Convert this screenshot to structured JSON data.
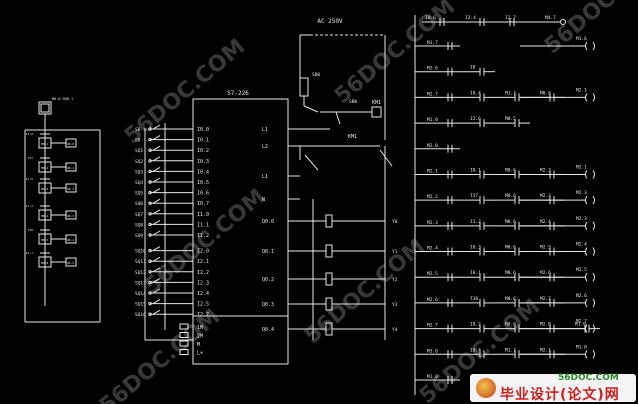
{
  "ac_supply": "AC 250V",
  "plc_model": "S7-226",
  "watermark": "56DOC.COM",
  "plc": {
    "inputs": [
      "I0.0",
      "I0.1",
      "I0.2",
      "I0.3",
      "I0.4",
      "I0.5",
      "I0.6",
      "I0.7",
      "I1.0",
      "I1.1",
      "I1.2",
      "I2.0",
      "I2.1",
      "I2.2",
      "I2.3",
      "I2.4",
      "I2.5",
      "I2.7"
    ],
    "input_devices": [
      "SB",
      "SB",
      "SQ1",
      "SQ2",
      "SQ3",
      "SQ4",
      "SQ5",
      "SQ6",
      "SQ7",
      "SQ8",
      "SQ9",
      "SQ10",
      "SQ11",
      "SQ12",
      "SQ13",
      "SQ14",
      "SQ15",
      "SQ16"
    ],
    "power_left": [
      "1M",
      "2M",
      "M",
      "L+"
    ],
    "power_right": [
      "L1",
      "L2",
      "L1",
      "N"
    ],
    "outputs": [
      "Q0.0",
      "Q0.1",
      "Q0.2",
      "Q0.3",
      "Q0.4"
    ],
    "output_loads": [
      "Y0",
      "Y1",
      "Y2",
      "Y3",
      "Y4"
    ]
  },
  "relay": {
    "coil": "KM1",
    "switch": "SB0",
    "contact": "KM1"
  },
  "sfc": {
    "title": "M0.0 SM0.1",
    "steps": [
      "M0.0",
      "M0.1",
      "M0.2",
      "M0.3",
      "M0.4",
      "M0.5",
      "M0.6"
    ],
    "actions": [
      "Q0.0",
      "Q0.1",
      "Q0.2",
      "Q0.3",
      "Q0.4",
      "Q0.5"
    ],
    "transitions": [
      "I0.0",
      "T37",
      "I1.0",
      "I1.2",
      "T38",
      "I2.1"
    ]
  },
  "ladder": {
    "top_labels": [
      "I0.6",
      "I2.4",
      "I2.7",
      "M4.7"
    ],
    "rungs": [
      {
        "left": "M1.7",
        "contacts": [],
        "coil": "M1.6"
      },
      {
        "left": "M2.6",
        "contacts": [
          "I0"
        ],
        "coil": ""
      },
      {
        "left": "M2.7",
        "contacts": [
          "I0.4",
          "M1.7",
          "M0.6"
        ],
        "coil": "M2.1"
      },
      {
        "left": "M1.0",
        "contacts": [
          "I2.6",
          "M0.5"
        ],
        "coil": ""
      },
      {
        "left": "M2.0",
        "contacts": [],
        "coil": ""
      },
      {
        "left": "M2.1",
        "contacts": [
          "I0.1",
          "M0.6",
          "M2.3"
        ],
        "coil": "M2.1"
      },
      {
        "left": "M2.2",
        "contacts": [
          "T37",
          "M0.6",
          "M2.3"
        ],
        "coil": "M2.3"
      },
      {
        "left": "M2.3",
        "contacts": [
          "I1.2",
          "M0.6",
          "M2.4"
        ],
        "coil": "M2.3"
      },
      {
        "left": "M2.4",
        "contacts": [
          "I0.3",
          "M0.6",
          "M2.5"
        ],
        "coil": "M2.4"
      },
      {
        "left": "M2.5",
        "contacts": [
          "I0.1",
          "M0.6",
          "M2.6"
        ],
        "coil": "M2.5"
      },
      {
        "left": "M2.6",
        "contacts": [
          "T38",
          "M0.6",
          "M2.7"
        ],
        "coil": "M2.6"
      },
      {
        "left": "M2.7",
        "contacts": [
          "I0.2",
          "M0.6",
          "M2.0",
          "M1.0"
        ],
        "coil": "M2.7"
      },
      {
        "left": "M3.0",
        "contacts": [
          "I0.4",
          "M1.7",
          "M2.1"
        ],
        "coil": "M1.0"
      },
      {
        "left": "M1.0",
        "contacts": [],
        "coil": ""
      }
    ]
  },
  "logo": {
    "site": "56DOC.COM",
    "title": "毕业设计(论文)网"
  }
}
